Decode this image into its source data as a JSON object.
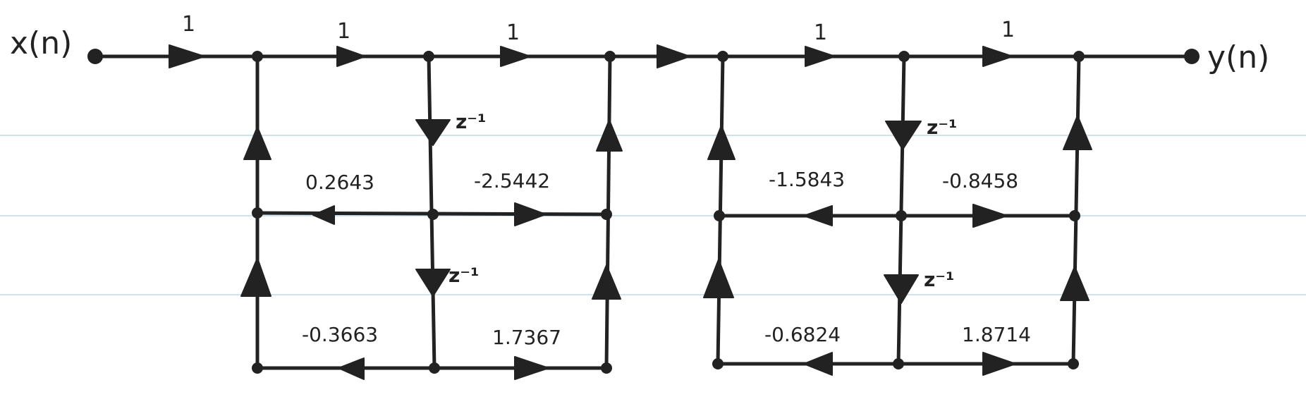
{
  "signals": {
    "input": "x(n)",
    "output": "y(n)"
  },
  "forward_gains": [
    "1",
    "1",
    "1",
    "1",
    "1"
  ],
  "delay_label": "z⁻¹",
  "section1": {
    "gains": {
      "mid_left": "0.2643",
      "mid_right": "-2.5442",
      "bottom_left": "-0.3663",
      "bottom_right": "1.7367"
    }
  },
  "section2": {
    "gains": {
      "mid_left": "-1.5843",
      "mid_right": "-0.8458",
      "bottom_left": "-0.6824",
      "bottom_right": "1.8714"
    }
  }
}
